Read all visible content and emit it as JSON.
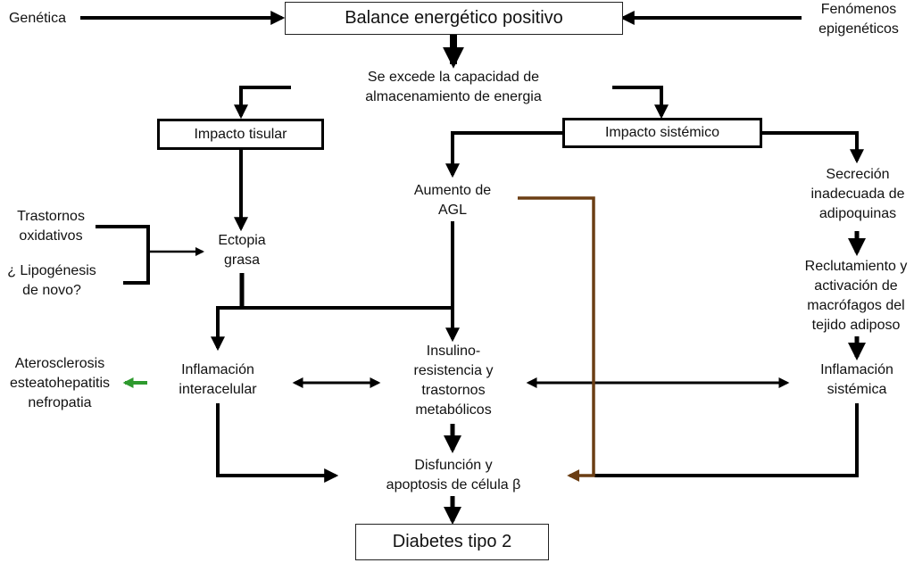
{
  "diagram": {
    "title": "Balance energético positivo → Diabetes tipo 2",
    "colors": {
      "line": "#000000",
      "brown_path": "#6b3e14",
      "green_arrow": "#2e9a2e"
    },
    "nodes": {
      "genetica": "Genética",
      "balance": "Balance energético positivo",
      "epigeneticos": "Fenómenos\nepigenéticos",
      "excede": "Se excede la capacidad de\nalmacenamiento de energia",
      "impacto_tisular": "Impacto tisular",
      "impacto_sistemico": "Impacto sistémico",
      "trastornos_oxidativos": "Trastornos\noxidativos",
      "lipogenesis": "¿ Lipogénesis\nde novo?",
      "ectopia": "Ectopia\ngrasa",
      "aumento_agl": "Aumento de\nAGL",
      "secrecion": "Secreción\ninadecuada de\nadipoquinas",
      "reclutamiento": "Reclutamiento y\nactivación de\nmacrófagos del\ntejido adiposo",
      "aterosclerosis": "Aterosclerosis\nesteatohepatitis\nnefropatia",
      "inflamacion_inter": "Inflamación\ninteracelular",
      "insulino": "Insulino-\nresistencia y\ntrastornos\nmetabólicos",
      "inflamacion_sist": "Inflamación\nsistémica",
      "disfuncion": "Disfunción y\napoptosis de célula β",
      "diabetes": "Diabetes tipo 2"
    }
  }
}
